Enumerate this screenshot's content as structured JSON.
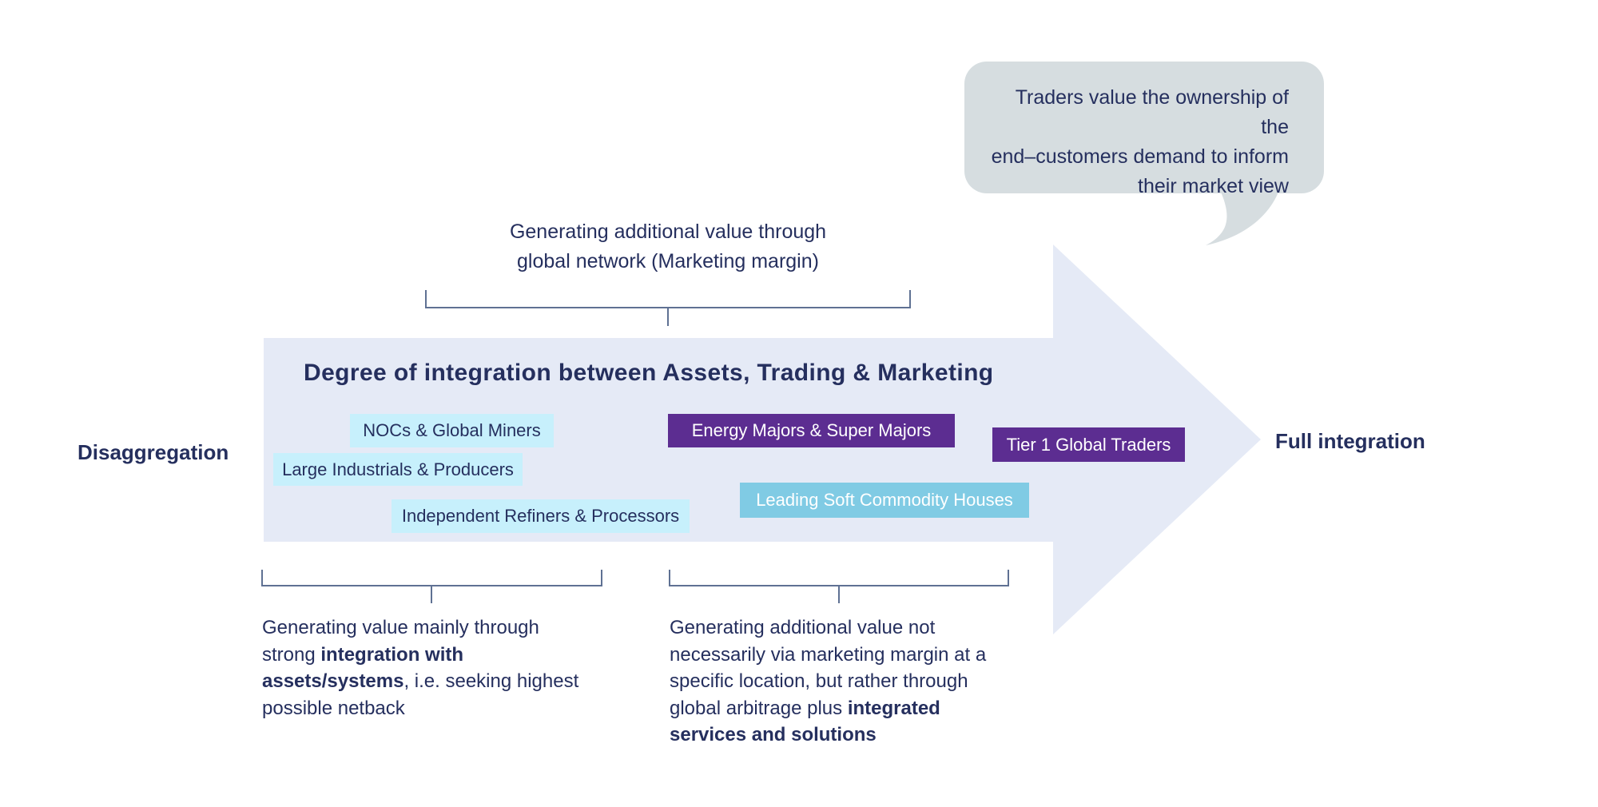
{
  "colors": {
    "navy": "#252f5e",
    "purple": "#5c2d91",
    "cyan": "#c7f0fc",
    "sky": "#80cbe4",
    "arrow_fill": "#e5eaf6",
    "bubble_fill": "#d6dde0",
    "bracket": "#5f7193"
  },
  "callout": {
    "lines": [
      "Traders value the ownership of the",
      "end–customers demand to inform",
      "their market view"
    ]
  },
  "top_annotation": {
    "lines": [
      "Generating additional value through",
      "global network (Marketing margin)"
    ]
  },
  "arrow": {
    "title": "Degree of integration between Assets, Trading & Marketing",
    "left_label": "Disaggregation",
    "right_label": "Full integration"
  },
  "boxes": [
    {
      "label": "NOCs & Global Miners",
      "variant": "cyan"
    },
    {
      "label": "Energy Majors & Super Majors",
      "variant": "purple"
    },
    {
      "label": "Tier 1 Global Traders",
      "variant": "purple"
    },
    {
      "label": "Large Industrials & Producers",
      "variant": "cyan"
    },
    {
      "label": "Independent Refiners & Processors",
      "variant": "cyan"
    },
    {
      "label": "Leading Soft Commodity Houses",
      "variant": "sky"
    }
  ],
  "notes": {
    "left": {
      "lines": [
        [
          {
            "t": "Generating value mainly through",
            "b": false
          }
        ],
        [
          {
            "t": "strong ",
            "b": false
          },
          {
            "t": "integration with",
            "b": true
          }
        ],
        [
          {
            "t": "assets/systems",
            "b": true
          },
          {
            "t": ", i.e. seeking highest",
            "b": false
          }
        ],
        [
          {
            "t": "possible netback",
            "b": false
          }
        ]
      ]
    },
    "right": {
      "lines": [
        [
          {
            "t": "Generating additional value not",
            "b": false
          }
        ],
        [
          {
            "t": "necessarily via marketing margin at a",
            "b": false
          }
        ],
        [
          {
            "t": "specific location, but rather through",
            "b": false
          }
        ],
        [
          {
            "t": "global arbitrage plus ",
            "b": false
          },
          {
            "t": "integrated",
            "b": true
          }
        ],
        [
          {
            "t": "services and solutions",
            "b": true
          }
        ]
      ]
    }
  }
}
